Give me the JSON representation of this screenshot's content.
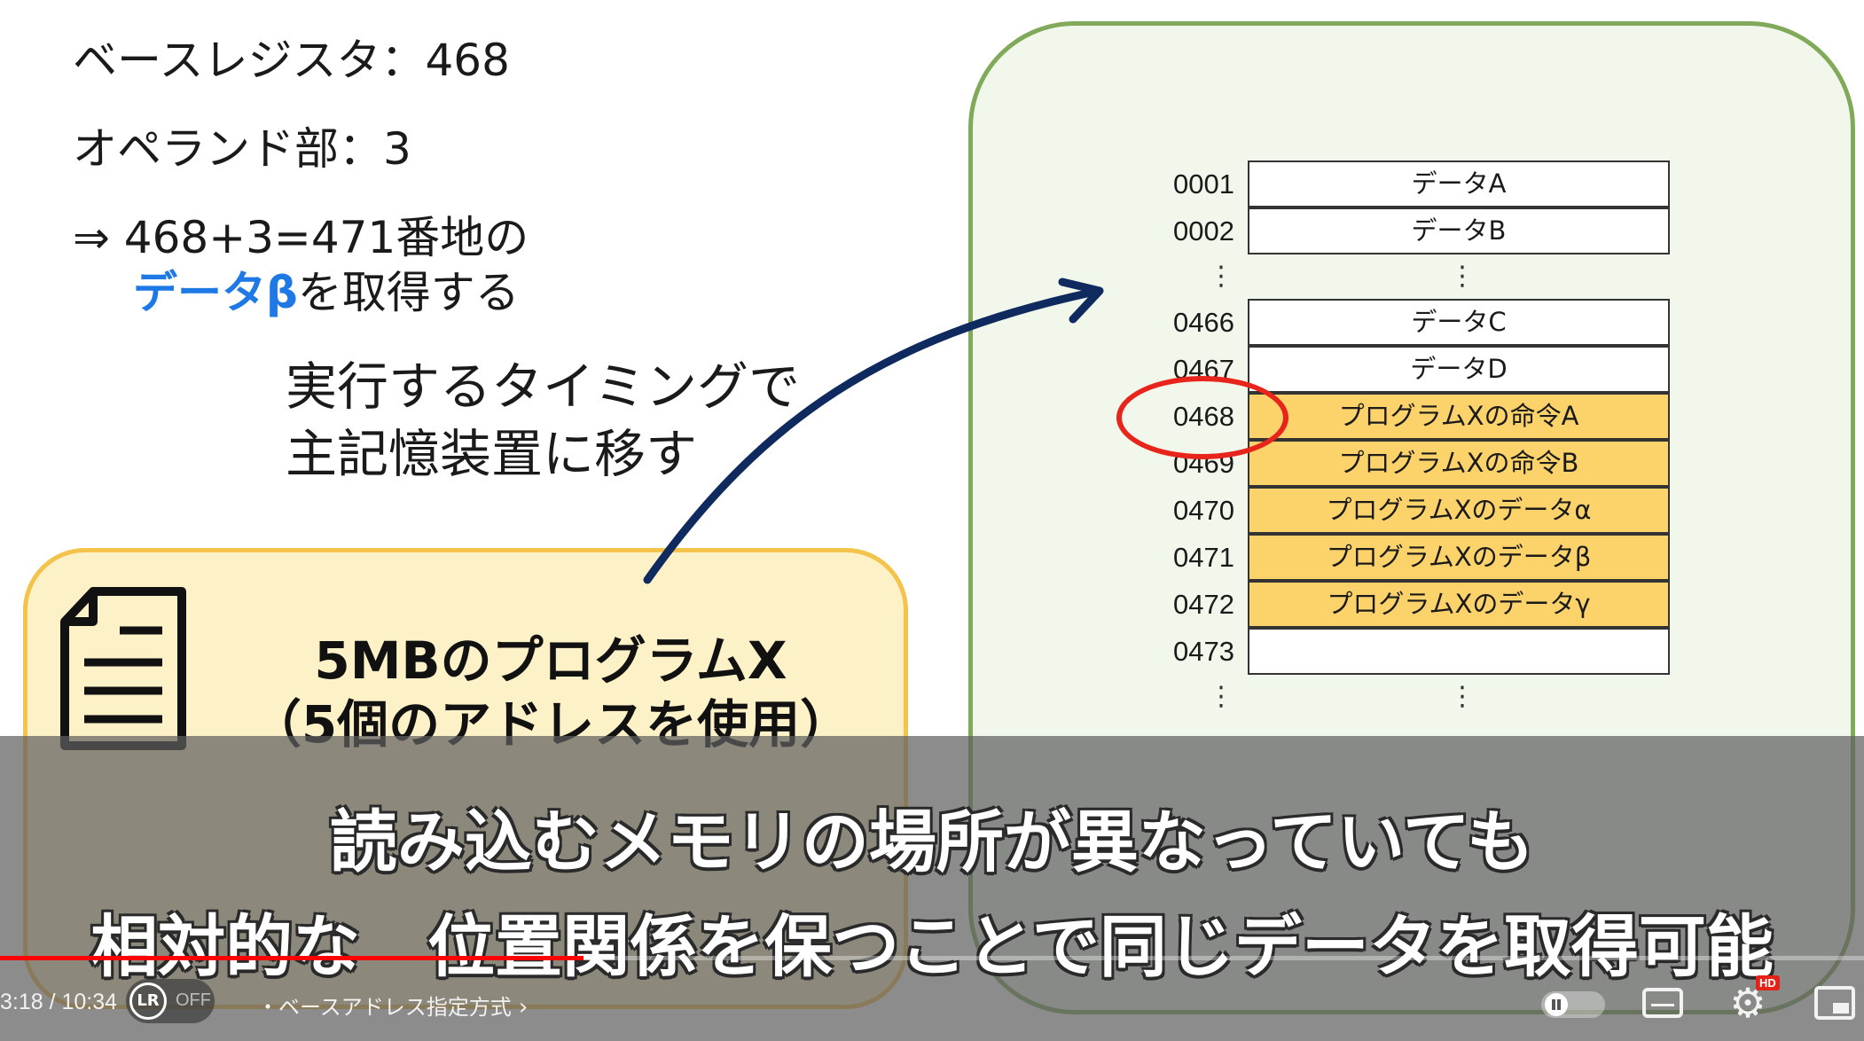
{
  "slide": {
    "base_register": "ベースレジスタ：468",
    "operand": "オペランド部：3",
    "calc_line": "⇒ 468+3=471番地の",
    "result_highlight": "データβ",
    "result_rest": "を取得する",
    "timing_line1": "実行するタイミングで",
    "timing_line2": "主記憶装置に移す",
    "program_title_line1": "5MBのプログラムX",
    "program_title_line2": "（5個のアドレスを使用）",
    "addresses": [
      "0001",
      "0002",
      "0466",
      "0467",
      "0468",
      "0469",
      "0470",
      "0471",
      "0472",
      "0473"
    ],
    "cells": [
      "データA",
      "データB",
      "データC",
      "データD",
      "プログラムXの命令A",
      "プログラムXの命令B",
      "プログラムXのデータα",
      "プログラムXのデータβ",
      "プログラムXのデータγ",
      ""
    ],
    "ellipsis": "⋮"
  },
  "subtitles": {
    "line1": "読み込むメモリの場所が異なっていても",
    "line2": "相対的な　位置関係を保つことで同じデータを取得可能"
  },
  "player": {
    "time": "3:18 / 10:34",
    "progress": 0.313,
    "lr_label": "LR",
    "lr_state": "OFF",
    "chapter": "・ベースアドレス指定方式",
    "hd_badge": "HD",
    "accent": "#ff0000"
  }
}
